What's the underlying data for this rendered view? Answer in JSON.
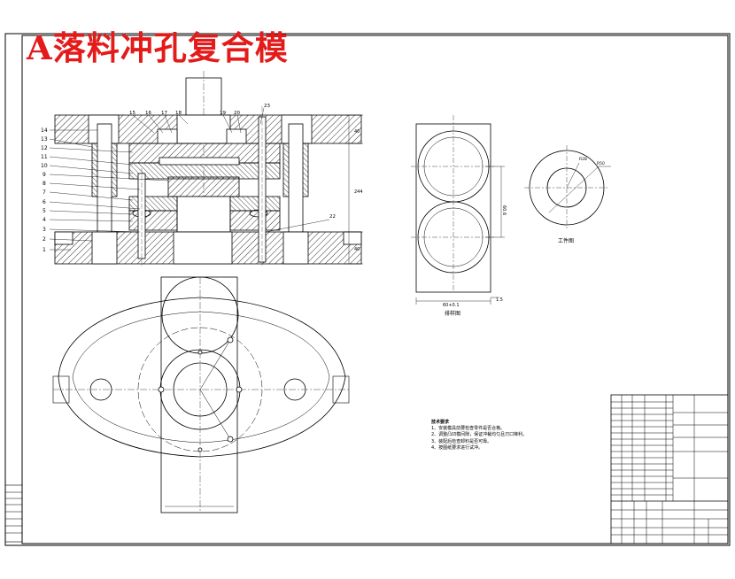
{
  "drawing": {
    "title": "A落料冲孔复合模",
    "colors": {
      "title": "#e31b1b",
      "line": "#000000",
      "hatch": "#000000",
      "centerline": "#444444"
    }
  },
  "part_numbers_left": [
    "14",
    "13",
    "12",
    "11",
    "10",
    "9",
    "8",
    "7",
    "6",
    "5",
    "4",
    "3",
    "2",
    "1"
  ],
  "part_numbers_top": [
    "15",
    "16",
    "17",
    "18",
    "19",
    "20"
  ],
  "part_numbers_right": [
    "23",
    "22"
  ],
  "view_captions": {
    "layout": "排样图",
    "part": "工件图"
  },
  "tech_requirements": {
    "heading": "技术要求",
    "items": [
      "1、安装模具前要检查零件是否合格。",
      "2、调整凸凹模间隙，保证冲裁均匀且刃口锋利。",
      "3、装配后检查卸料是否可靠。",
      "4、按图纸要求进行试冲。"
    ]
  },
  "dimension_marks": {
    "plate_right": [
      "40",
      "244",
      "40"
    ],
    "layout_pitch": "60.6",
    "layout_width": "60+0.1",
    "layout_gap": "1.5",
    "part_radius": [
      "R50",
      "R28"
    ]
  }
}
